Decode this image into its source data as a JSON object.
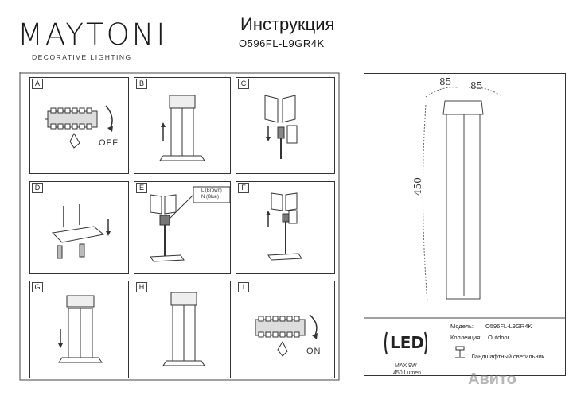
{
  "header": {
    "brand": "MAYTONI",
    "brand_tagline": "DECORATIVE LIGHTING",
    "title": "Инструкция",
    "model": "O596FL-L9GR4K"
  },
  "steps": [
    {
      "label": "A",
      "switch_text": "OFF"
    },
    {
      "label": "B"
    },
    {
      "label": "C"
    },
    {
      "label": "D"
    },
    {
      "label": "E",
      "wiring": [
        "L (Brown)",
        "N (Blue)"
      ]
    },
    {
      "label": "F"
    },
    {
      "label": "G"
    },
    {
      "label": "H"
    },
    {
      "label": "I",
      "switch_text": "ON"
    }
  ],
  "dimensions": {
    "width": "85",
    "depth": "85",
    "height": "450"
  },
  "specs": {
    "led_badge": "LED",
    "power": "MAX 9W",
    "lumen": "450 Lumen",
    "model_label": "Модель:",
    "model_value": "O596FL-L9GR4K",
    "collection_label": "Коллекция:",
    "collection_value": "Outdoor",
    "type_value": "Ландшафтный светильник"
  },
  "watermark": "Авито"
}
